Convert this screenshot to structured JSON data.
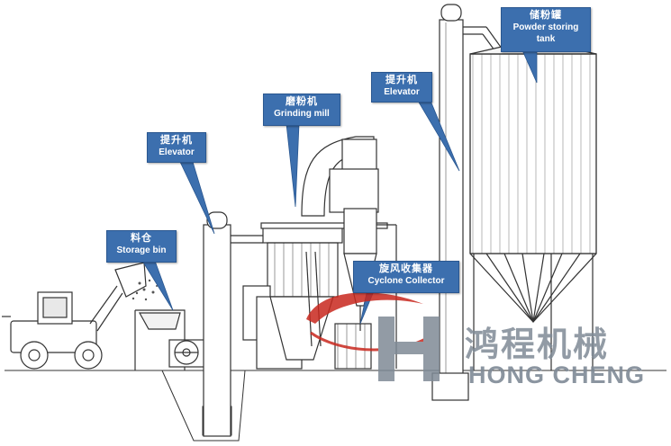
{
  "labels": {
    "storage_bin": {
      "zh": "料仓",
      "en": "Storage bin"
    },
    "elevator_left": {
      "zh": "提升机",
      "en": "Elevator"
    },
    "grinding_mill": {
      "zh": "磨粉机",
      "en": "Grinding mill"
    },
    "elevator_right": {
      "zh": "提升机",
      "en": "Elevator"
    },
    "powder_tank": {
      "zh": "储粉罐",
      "en_line1": "Powder storing",
      "en_line2": "tank"
    },
    "cyclone": {
      "zh": "旋风收集器",
      "en": "Cyclone Collector"
    }
  },
  "watermark": {
    "zh": "鸿程机械",
    "en": "HONG CHENG"
  },
  "colors": {
    "callout": "#3c6fae",
    "line": "#333333",
    "logo_red": "#c8281e",
    "logo_gray": "#7f8a96"
  }
}
